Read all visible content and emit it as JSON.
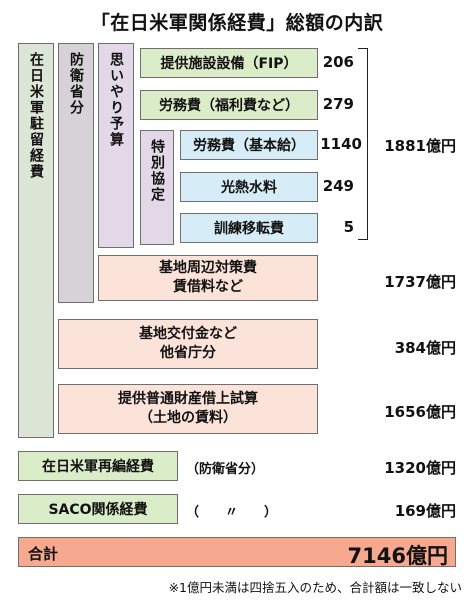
{
  "chart_data": {
    "type": "table",
    "title": "「在日米軍関係経費」総額の内訳",
    "categories": {
      "zainichi": "在日米軍駐留経費",
      "boueisho": "防衛省分",
      "omoiyari": "思いやり予算",
      "tokubetsu": "特別協定"
    },
    "items": [
      {
        "label": "提供施設設備（FIP）",
        "value": "206"
      },
      {
        "label": "労務費（福利費など）",
        "value": "279"
      },
      {
        "label": "労務費（基本給）",
        "value": "1140"
      },
      {
        "label": "光熱水料",
        "value": "249"
      },
      {
        "label": "訓練移転費",
        "value": "5"
      },
      {
        "label": "基地周辺対策費\n賃借料など",
        "value": "1737億円"
      },
      {
        "label": "基地交付金など\n他省庁分",
        "value": "384億円"
      },
      {
        "label": "提供普通財産借上試算\n（土地の賃料）",
        "value": "1656億円"
      },
      {
        "label": "在日米軍再編経費",
        "value": "1320億円",
        "note": "（防衛省分）"
      },
      {
        "label": "SACO関係経費",
        "value": "169億円",
        "note": "（　　〃　　）"
      }
    ],
    "subtotal": {
      "label": "1881億円"
    },
    "total": {
      "label": "合計",
      "value": "7146億円"
    },
    "footnote": "※1億円未満は四捨五入のため、合計額は一致しない"
  },
  "colors": {
    "green_box": "#dde6d6",
    "gray_box": "#d7d2d8",
    "lavender_box": "#e2d8e8",
    "lime_box": "#dbecc8",
    "blue_box": "#d6ecf6",
    "pink_box": "#fbe3da",
    "total_bar": "#f7a98f"
  }
}
